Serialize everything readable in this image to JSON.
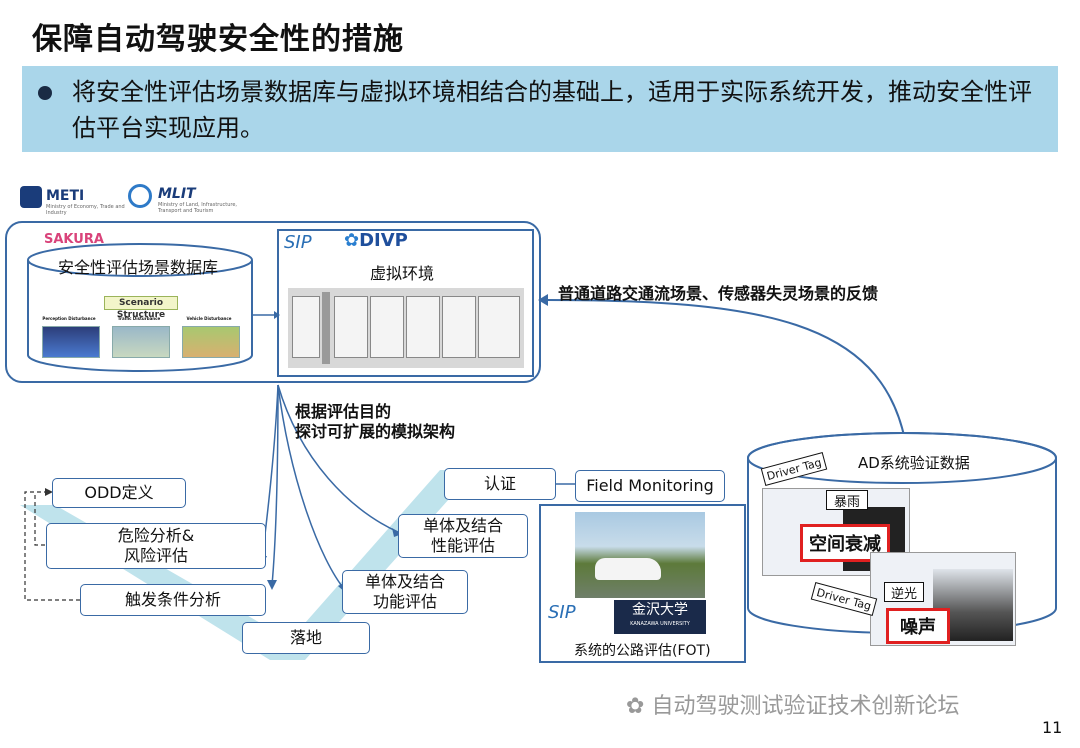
{
  "title": "保障自动驾驶安全性的措施",
  "bullet": "将安全性评估场景数据库与虚拟环境相结合的基础上，适用于实际系统开发，推动安全性评估平台实现应用。",
  "logos": {
    "meti": "METI",
    "meti_sub": "Ministry of Economy, Trade and Industry",
    "mlit": "MLIT",
    "mlit_sub": "Ministry of Land, Infrastructure, Transport and Tourism",
    "sakura": "SAKURA",
    "sip": "SIP",
    "divp": "DIVP",
    "kanazawa": "金沢大学",
    "kanazawa_sub": "KANAZAWA UNIVERSITY"
  },
  "database": {
    "label": "安全性评估场景数据库",
    "structure": "Scenario Structure",
    "categories": [
      "Perception Disturbance",
      "Traffic Disturbance",
      "Vehicle Disturbance"
    ]
  },
  "virtual_env": {
    "label": "虚拟环境"
  },
  "feedback_label": "普通道路交通流场景、传感器失灵场景的反馈",
  "architecture_label_1": "根据评估目的",
  "architecture_label_2": "探讨可扩展的模拟架构",
  "steps": {
    "odd": "ODD定义",
    "risk_1": "危险分析&",
    "risk_2": "风险评估",
    "trigger": "触发条件分析",
    "landing": "落地",
    "func_1": "单体及结合",
    "func_2": "功能评估",
    "perf_1": "单体及结合",
    "perf_2": "性能评估",
    "cert": "认证",
    "field": "Field Monitoring"
  },
  "fot_label": "系统的公路评估(FOT)",
  "ad_db": {
    "label": "AD系统验证数据",
    "tag1": "Driver Tag",
    "tag2": "Driver Tag",
    "rain": "暴雨",
    "attenuation": "空间衰减",
    "backlight": "逆光",
    "noise": "噪声"
  },
  "watermark": "自动驾驶测试验证技术创新论坛",
  "page_number": "11",
  "colors": {
    "banner": "#aad6ea",
    "border": "#3a6aa5",
    "v_shape": "#bfe3ec",
    "red": "#e02020"
  }
}
